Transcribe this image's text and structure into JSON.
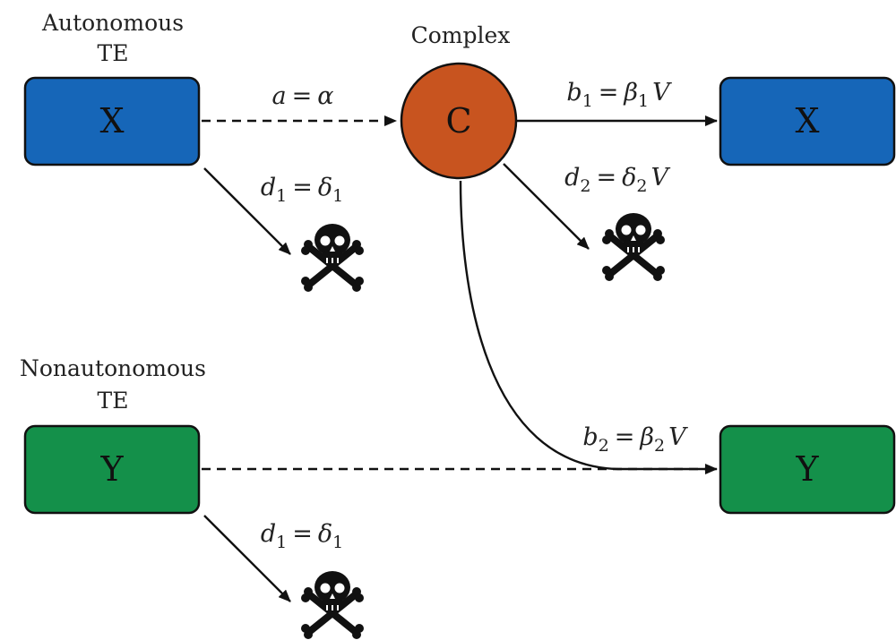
{
  "labels": {
    "autonomous_line1": "Autonomous",
    "autonomous_line2": "TE",
    "complex": "Complex",
    "nonautonomous_line1": "Nonautonomous",
    "nonautonomous_line2": "TE"
  },
  "nodes": {
    "x_source": "X",
    "complex": "C",
    "x_target": "X",
    "y_source": "Y",
    "y_target": "Y"
  },
  "edges": {
    "a": {
      "var": "a",
      "eq": "=",
      "val": "α"
    },
    "b1": {
      "var": "b",
      "sub": "1",
      "eq": "=",
      "val": "β",
      "val_sub": "1",
      "tail": "V"
    },
    "d1_x": {
      "var": "d",
      "sub": "1",
      "eq": "=",
      "val": "δ",
      "val_sub": "1"
    },
    "d2": {
      "var": "d",
      "sub": "2",
      "eq": "=",
      "val": "δ",
      "val_sub": "2",
      "tail": "V"
    },
    "b2": {
      "var": "b",
      "sub": "2",
      "eq": "=",
      "val": "β",
      "val_sub": "2",
      "tail": "V"
    },
    "d1_y": {
      "var": "d",
      "sub": "1",
      "eq": "=",
      "val": "δ",
      "val_sub": "1"
    }
  },
  "colors": {
    "x_box": "#1666b8",
    "y_box": "#14904a",
    "complex": "#c8541f",
    "stroke": "#111111"
  },
  "icons": [
    "skull-crossbones-icon",
    "skull-crossbones-icon",
    "skull-crossbones-icon"
  ]
}
